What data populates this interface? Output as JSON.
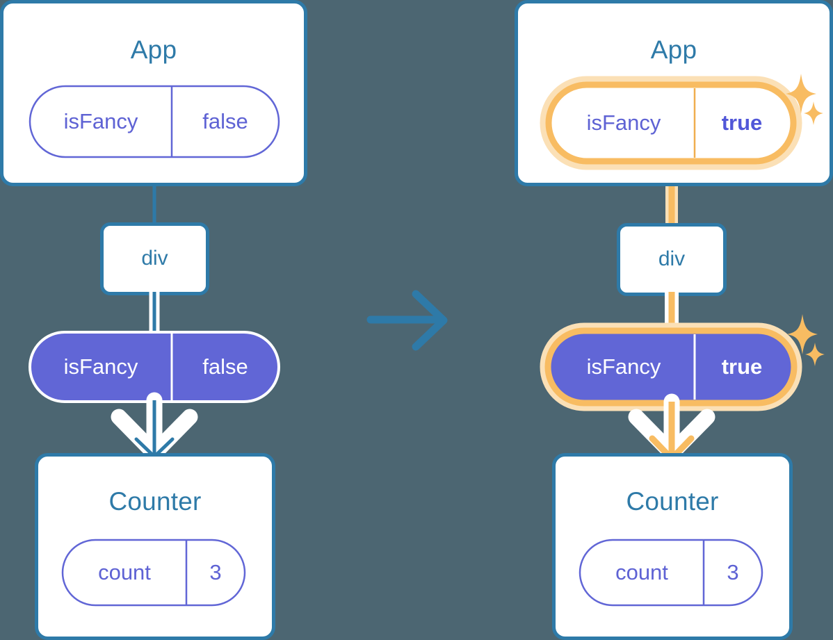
{
  "diagram": {
    "type": "react-state-propagation",
    "background_color": "#4c6672",
    "palette": {
      "blue": "#2e7aa8",
      "purple": "#6166d6",
      "purple_text": "#5e62d4",
      "orange": "#f8bc62",
      "orange_glow": "#fbe0b6",
      "white": "#ffffff"
    },
    "transition_arrow": {
      "icon": "arrow-right-icon",
      "color": "#2e7aa8"
    },
    "panels": [
      {
        "id": "before",
        "app": {
          "title": "App",
          "state": {
            "key": "isFancy",
            "value": "false",
            "highlighted": false,
            "bold_value": false
          }
        },
        "dom": {
          "tag": "div"
        },
        "prop": {
          "key": "isFancy",
          "value": "false",
          "highlighted": false,
          "bold_value": false,
          "filled": true
        },
        "counter": {
          "title": "Counter",
          "state": {
            "key": "count",
            "value": "3",
            "highlighted": false,
            "bold_value": false
          }
        },
        "edge_color": "#2e7aa8",
        "sparkles": false
      },
      {
        "id": "after",
        "app": {
          "title": "App",
          "state": {
            "key": "isFancy",
            "value": "true",
            "highlighted": true,
            "bold_value": true
          }
        },
        "dom": {
          "tag": "div"
        },
        "prop": {
          "key": "isFancy",
          "value": "true",
          "highlighted": true,
          "bold_value": true,
          "filled": true
        },
        "counter": {
          "title": "Counter",
          "state": {
            "key": "count",
            "value": "3",
            "highlighted": false,
            "bold_value": false
          }
        },
        "edge_color": "#f8bc62",
        "sparkles": true
      }
    ]
  }
}
